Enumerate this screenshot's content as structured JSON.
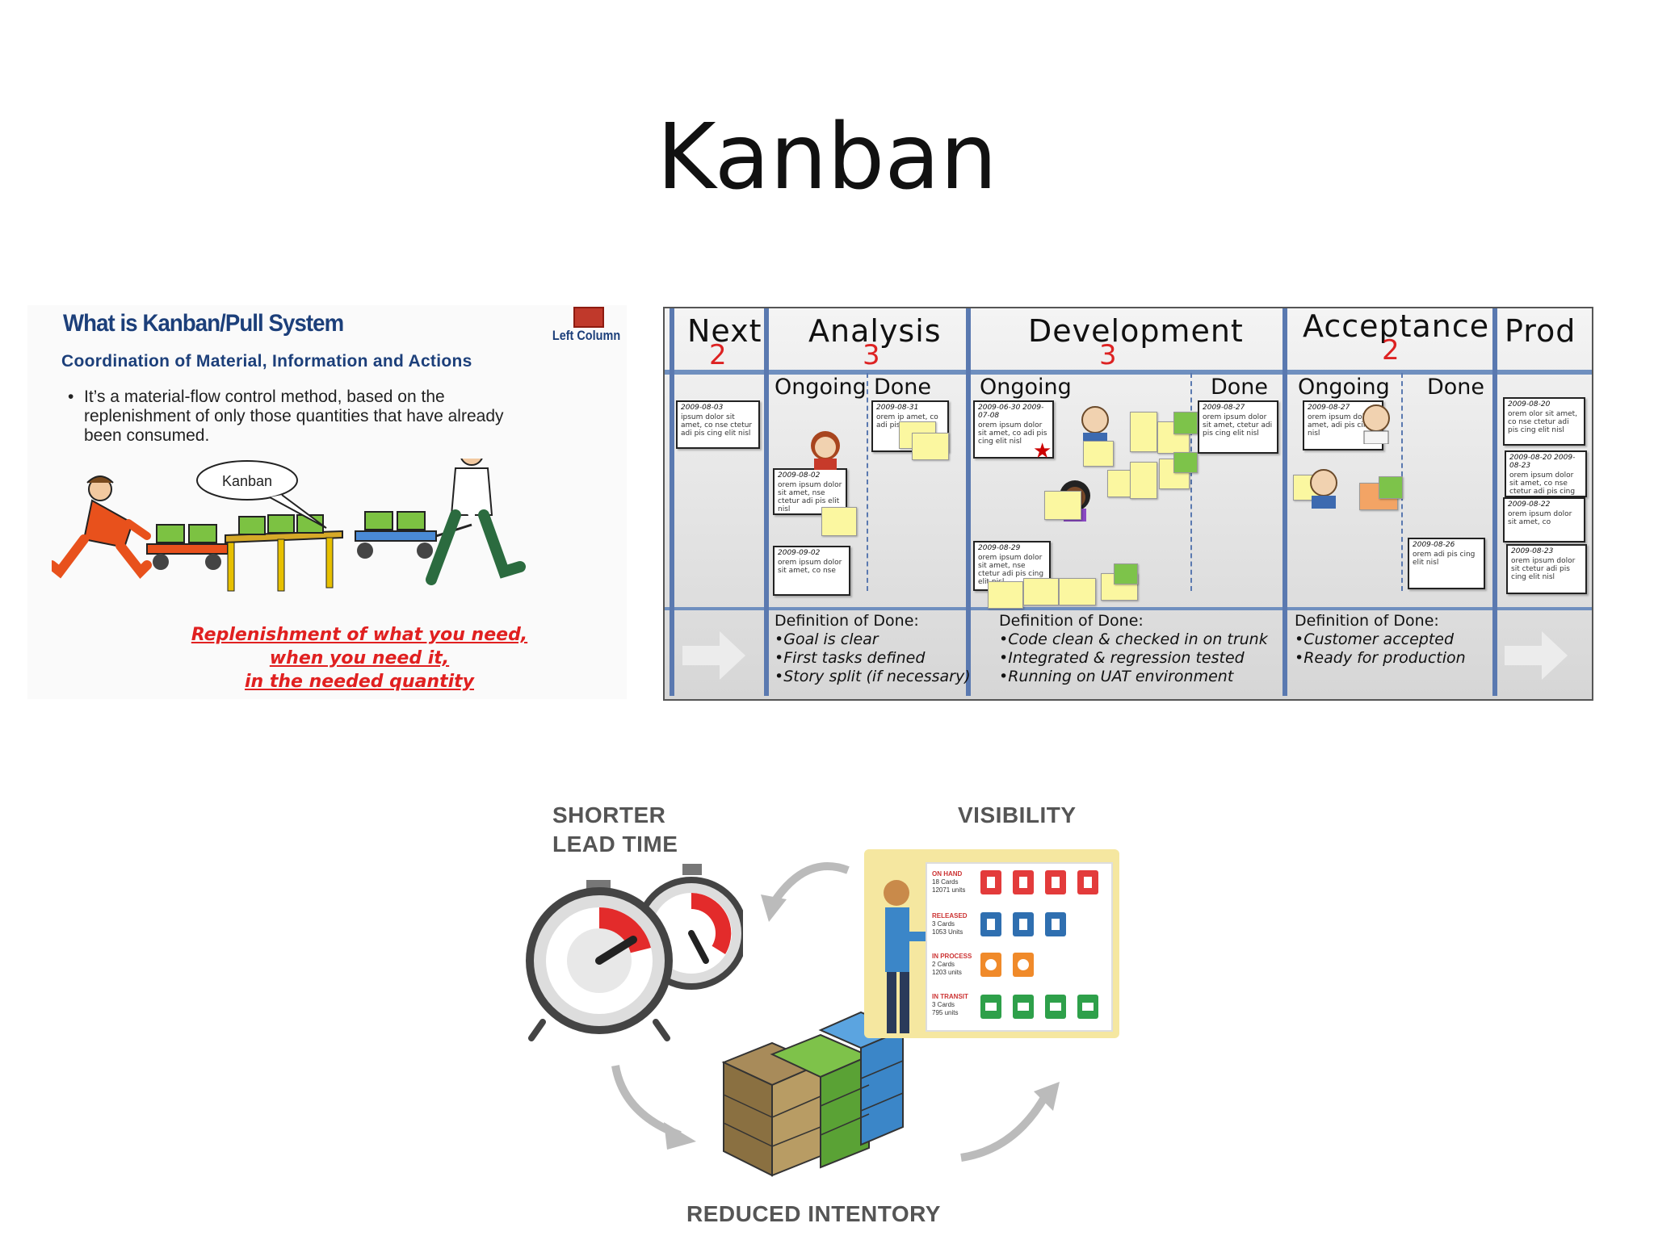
{
  "slide": {
    "title": "Kanban"
  },
  "pull_system": {
    "heading": "What is Kanban/Pull System",
    "logo_text": "Left Column",
    "subheading": "Coordination of Material, Information and Actions",
    "bullet": "It’s a material-flow control method, based on the replenishment of only those quantities that have already been consumed.",
    "bubble_label": "Kanban",
    "tagline": [
      "Replenishment of what you need,",
      "when you need it,",
      "in the needed quantity"
    ],
    "colors": {
      "heading": "#1c3f7a",
      "tagline": "#e02020",
      "worker": "#e8511c",
      "bin": "#7cc242"
    }
  },
  "board": {
    "columns": [
      {
        "name": "Next",
        "wip": "2"
      },
      {
        "name": "Analysis",
        "wip": "3"
      },
      {
        "name": "Development",
        "wip": "3"
      },
      {
        "name": "Acceptance",
        "wip": "2"
      },
      {
        "name": "Prod"
      }
    ],
    "sub_columns": {
      "ongoing": "Ongoing",
      "done": "Done"
    },
    "cards": {
      "next": {
        "date": "2009-08-03",
        "text": "ipsum dolor sit amet, co nse ctetur adi pis cing elit nisl"
      },
      "analysis_1": {
        "date": "2009-08-02",
        "text": "orem ipsum dolor sit amet, nse ctetur adi pis elit nisl"
      },
      "analysis_2": {
        "date": "2009-09-02",
        "text": "orem ipsum dolor sit amet, co nse"
      },
      "analysis_done": {
        "date": "2009-08-31",
        "text": "orem ip amet, co adi pis"
      },
      "dev_1": {
        "date": "2009-06-30 2009-07-08",
        "text": "orem ipsum dolor sit amet, co adi pis cing elit nisl"
      },
      "dev_2": {
        "date": "2009-08-29",
        "text": "orem ipsum dolor sit amet, nse ctetur adi pis cing elit nisl"
      },
      "dev_done": {
        "date": "2009-08-27",
        "text": "orem ipsum dolor sit amet, ctetur adi pis cing elit nisl"
      },
      "acc_1": {
        "date": "2009-08-27",
        "text": "orem ipsum dolor amet, adi pis cing nisl"
      },
      "acc_done": {
        "date": "2009-08-26",
        "text": "orem adi pis cing elit nisl"
      },
      "prod_1": {
        "date": "2009-08-20",
        "text": "orem olor sit amet, co nse ctetur adi pis cing elit nisl"
      },
      "prod_2": {
        "date": "2009-08-20 2009-08-23",
        "text": "orem ipsum dolor sit amet, co nse ctetur adi pis cing elit nisl"
      },
      "prod_3": {
        "date": "2009-08-22",
        "text": "orem ipsum dolor sit amet, co"
      },
      "prod_4": {
        "date": "2009-08-23",
        "text": "orem ipsum dolor sit ctetur adi pis cing elit nisl"
      }
    },
    "definitions": [
      {
        "heading": "Definition of Done:",
        "items": [
          "Goal is clear",
          "First tasks defined",
          "Story split (if necessary)"
        ]
      },
      {
        "heading": "Definition of Done:",
        "items": [
          "Code clean & checked in on trunk",
          "Integrated & regression tested",
          "Running on UAT environment"
        ]
      },
      {
        "heading": "Definition of Done:",
        "items": [
          "Customer accepted",
          "Ready for production"
        ]
      }
    ],
    "colors": {
      "lines": "#5a79b0",
      "wip": "#dd2222",
      "sticky": "#fbf7a0",
      "sticky_green": "#7dc34a"
    }
  },
  "benefits": {
    "shorter_lead_time": [
      "SHORTER",
      "LEAD TIME"
    ],
    "visibility": "VISIBILITY",
    "reduced_inventory": "REDUCED INTENTORY",
    "visibility_board": {
      "rows": [
        {
          "label": "ON HAND",
          "detail": [
            "18 Cards",
            "12071 units"
          ]
        },
        {
          "label": "RELEASED",
          "detail": [
            "3 Cards",
            "1053 Units"
          ]
        },
        {
          "label": "IN PROCESS",
          "detail": [
            "2 Cards",
            "1203 units"
          ]
        },
        {
          "label": "IN TRANSIT",
          "detail": [
            "3 Cards",
            "795 units"
          ]
        }
      ]
    }
  }
}
